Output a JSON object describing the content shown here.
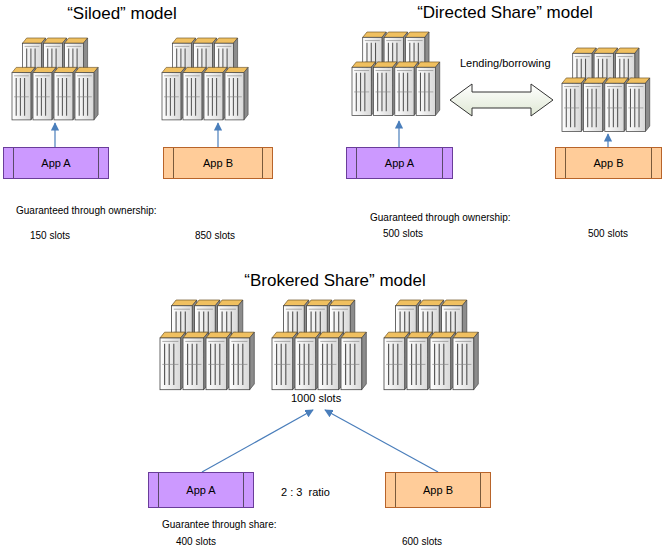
{
  "diagram": {
    "nodes": [
      {
        "text": [
          "App A"
        ]
      },
      {
        "text": [
          "App B"
        ]
      },
      {
        "text": [
          "App A"
        ]
      },
      {
        "text": [
          "App B"
        ]
      },
      {
        "text": [
          "App A"
        ]
      },
      {
        "text": [
          "App B"
        ]
      }
    ],
    "labels": [
      "“Siloed” model",
      "“Directed Share” model",
      "Lending/borrowing",
      "Guaranteed through ownership:",
      "150 slots",
      "850 slots",
      "Guaranteed through ownership:",
      "500 slots",
      "500 slots",
      "“Brokered Share” model",
      "1000 slots",
      "2 : 3  ratio",
      "Guarantee through share:",
      "400 slots",
      "600 slots"
    ]
  }
}
